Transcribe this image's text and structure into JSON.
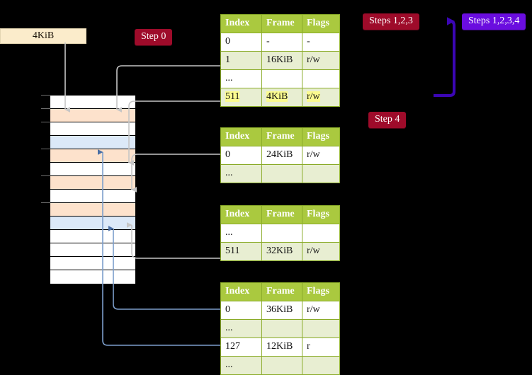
{
  "diagram": {
    "title_labels": {
      "size_box": "4KiB",
      "step0": "Step 0",
      "step4": "Step 4",
      "steps123": "Steps 1,2,3",
      "steps1234": "Steps 1,2,3,4"
    },
    "colors": {
      "background": "#000000",
      "badge_red": "#9e0b2a",
      "badge_blue": "#6a0ddf",
      "table_header": "#aac93f",
      "table_alt_row": "#e8eed2",
      "highlight": "#fbfb8f",
      "size_box": "#fbeccb",
      "mem_row_orange": "#fde2cc",
      "mem_row_blue": "#dce9f8",
      "connector_gray": "#bfbfbf",
      "connector_blue": "#7c9ecb"
    },
    "tables": [
      {
        "name": "pml4-table",
        "columns": [
          "Index",
          "Frame",
          "Flags"
        ],
        "rows": [
          {
            "cells": [
              "0",
              "-",
              "-"
            ],
            "style": "plain",
            "highlight": false
          },
          {
            "cells": [
              "1",
              "16KiB",
              "r/w"
            ],
            "style": "alt",
            "highlight": false
          },
          {
            "cells": [
              "...",
              "",
              ""
            ],
            "style": "plain",
            "highlight": false
          },
          {
            "cells": [
              "511",
              "4KiB",
              "r/w"
            ],
            "style": "alt",
            "highlight": true
          }
        ]
      },
      {
        "name": "pdp-table",
        "columns": [
          "Index",
          "Frame",
          "Flags"
        ],
        "rows": [
          {
            "cells": [
              "0",
              "24KiB",
              "r/w"
            ],
            "style": "plain",
            "highlight": false
          },
          {
            "cells": [
              "...",
              "",
              ""
            ],
            "style": "alt",
            "highlight": false
          }
        ]
      },
      {
        "name": "pd-table",
        "columns": [
          "Index",
          "Frame",
          "Flags"
        ],
        "rows": [
          {
            "cells": [
              "...",
              "",
              ""
            ],
            "style": "plain",
            "highlight": false
          },
          {
            "cells": [
              "511",
              "32KiB",
              "r/w"
            ],
            "style": "alt",
            "highlight": false
          }
        ]
      },
      {
        "name": "pt-table",
        "columns": [
          "Index",
          "Frame",
          "Flags"
        ],
        "rows": [
          {
            "cells": [
              "0",
              "36KiB",
              "r/w"
            ],
            "style": "plain",
            "highlight": false
          },
          {
            "cells": [
              "...",
              "",
              ""
            ],
            "style": "alt",
            "highlight": false
          },
          {
            "cells": [
              "127",
              "12KiB",
              "r"
            ],
            "style": "plain",
            "highlight": false
          },
          {
            "cells": [
              "...",
              "",
              ""
            ],
            "style": "alt",
            "highlight": false
          }
        ]
      }
    ],
    "memory_column": {
      "name": "physical-memory-column",
      "rows": [
        {
          "fill": "white",
          "tick": true
        },
        {
          "fill": "orange",
          "tick": true
        },
        {
          "fill": "white",
          "tick": true
        },
        {
          "fill": "blue",
          "tick": false
        },
        {
          "fill": "orange",
          "tick": true
        },
        {
          "fill": "white",
          "tick": false
        },
        {
          "fill": "orange",
          "tick": true
        },
        {
          "fill": "white",
          "tick": false
        },
        {
          "fill": "orange",
          "tick": true
        },
        {
          "fill": "blue",
          "tick": false
        },
        {
          "fill": "white",
          "tick": false
        },
        {
          "fill": "white",
          "tick": false
        },
        {
          "fill": "white",
          "tick": false
        },
        {
          "fill": "white",
          "tick": false
        }
      ]
    }
  }
}
